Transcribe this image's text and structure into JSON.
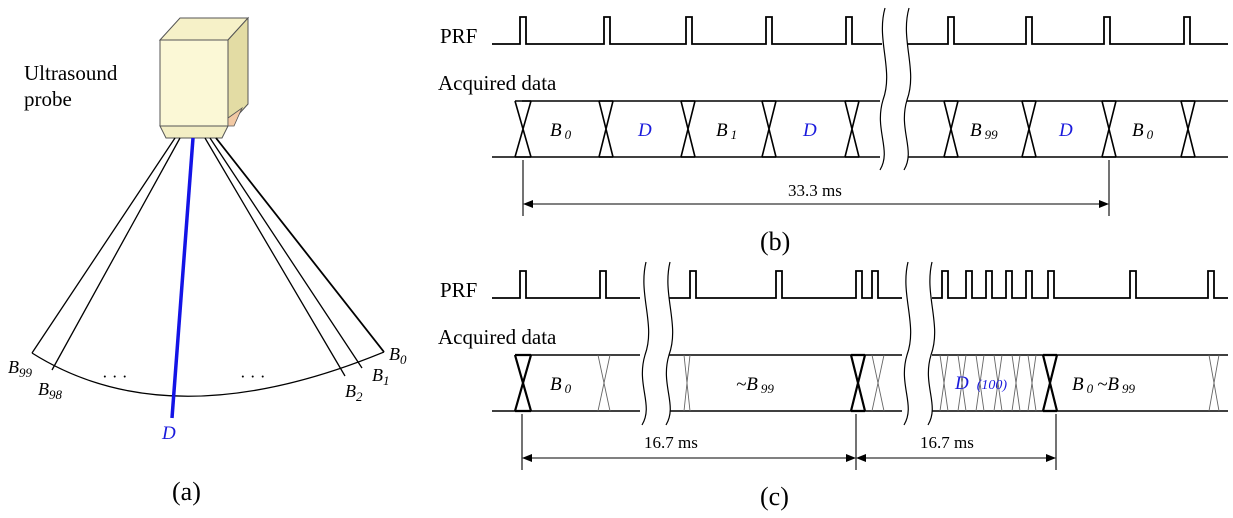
{
  "panel_a": {
    "probe_label_line1": "Ultrasound",
    "probe_label_line2": "probe",
    "beam_B0": "B",
    "beam_B0_sub": "0",
    "beam_B1": "B",
    "beam_B1_sub": "1",
    "beam_B2": "B",
    "beam_B2_sub": "2",
    "beam_B98": "B",
    "beam_B98_sub": "98",
    "beam_B99": "B",
    "beam_B99_sub": "99",
    "doppler_beam": "D",
    "ellipsis_left": "· · ·",
    "ellipsis_right": "· · ·",
    "caption": "(a)",
    "doppler_color": "#1414e6"
  },
  "panel_b": {
    "prf_label": "PRF",
    "acquired_label": "Acquired data",
    "cells": [
      {
        "text": "B",
        "sub": "0",
        "color": "#000000"
      },
      {
        "text": "D",
        "sub": "",
        "color": "#1a1adc"
      },
      {
        "text": "B",
        "sub": "1",
        "color": "#000000"
      },
      {
        "text": "D",
        "sub": "",
        "color": "#1a1adc"
      },
      {
        "text": "B",
        "sub": "99",
        "color": "#000000"
      },
      {
        "text": "D",
        "sub": "",
        "color": "#1a1adc"
      },
      {
        "text": "B",
        "sub": "0",
        "color": "#000000"
      }
    ],
    "measure": "33.3 ms",
    "caption": "(b)"
  },
  "panel_c": {
    "prf_label": "PRF",
    "acquired_label": "Acquired data",
    "cell_b0": "B",
    "cell_b0_sub": "0",
    "cell_b99_prefix": "~B",
    "cell_b99_sub": "99",
    "cell_d": "D",
    "cell_d_count": "(100)",
    "cell_b0_99_a": "B",
    "cell_b0_99_a_sub": "0",
    "cell_b0_99_b": "~B",
    "cell_b0_99_b_sub": "99",
    "measure_1": "16.7 ms",
    "measure_2": "16.7 ms",
    "caption": "(c)"
  }
}
